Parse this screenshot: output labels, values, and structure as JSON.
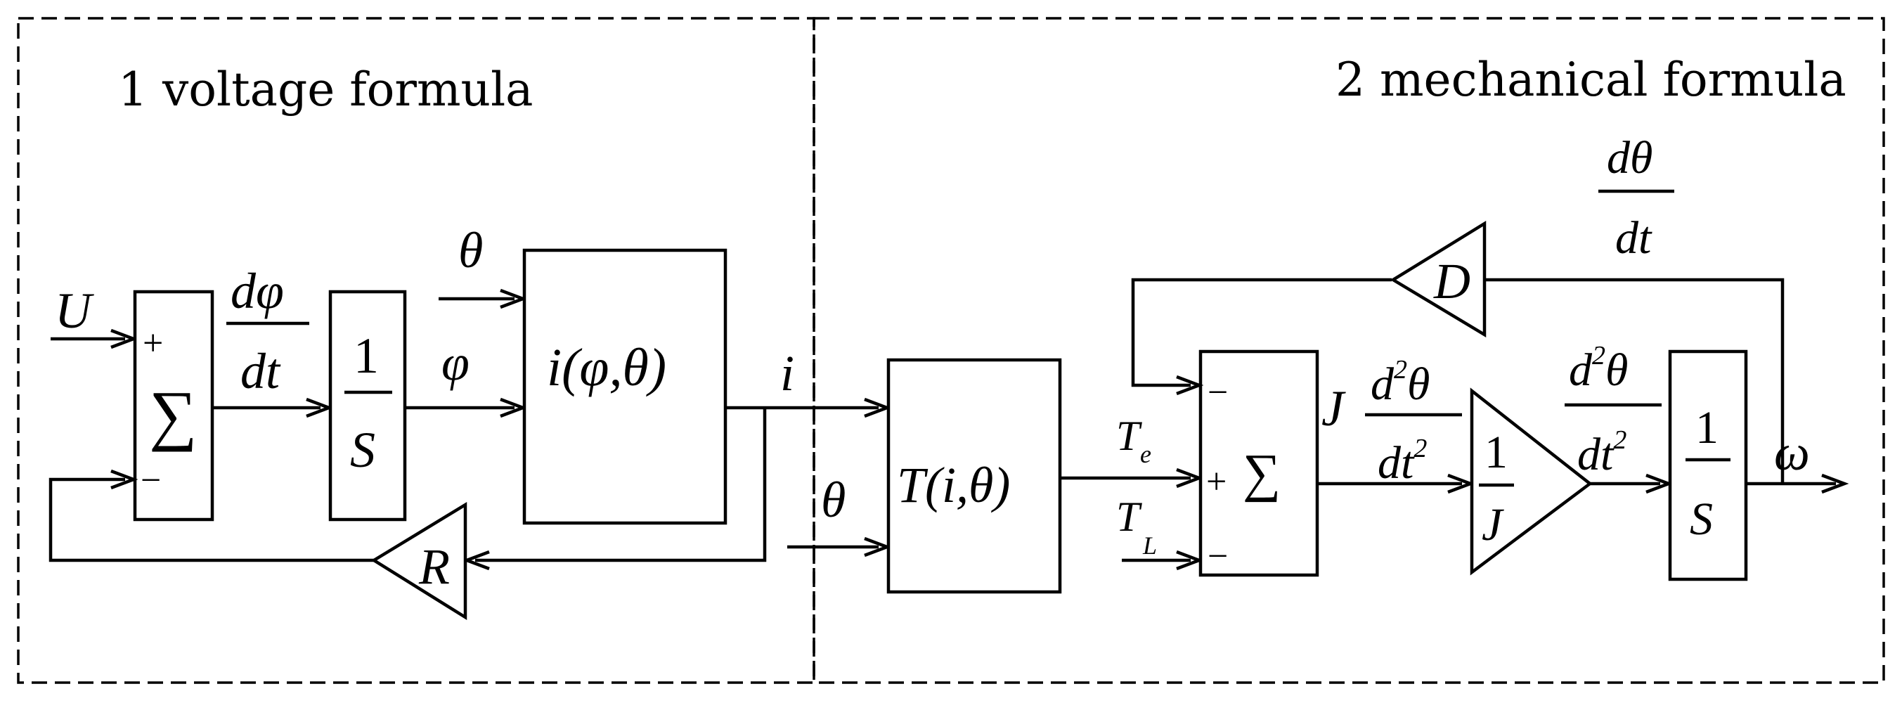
{
  "sections": {
    "voltage": "1 voltage formula",
    "mechanical": "2 mechanical formula"
  },
  "signals": {
    "U": "U",
    "theta": "θ",
    "phi": "φ",
    "i": "i",
    "omega": "ω",
    "d": "d",
    "dt": "dt",
    "J": "J",
    "T": "T",
    "e": "e",
    "L": "L",
    "two": "2"
  },
  "blocks": {
    "sum_symbol": "∑",
    "plus": "+",
    "minus": "−",
    "one": "1",
    "S": "S",
    "i_func": "i(φ,θ)",
    "T_func": "T(i,θ)",
    "R": "R",
    "D": "D",
    "J": "J"
  }
}
